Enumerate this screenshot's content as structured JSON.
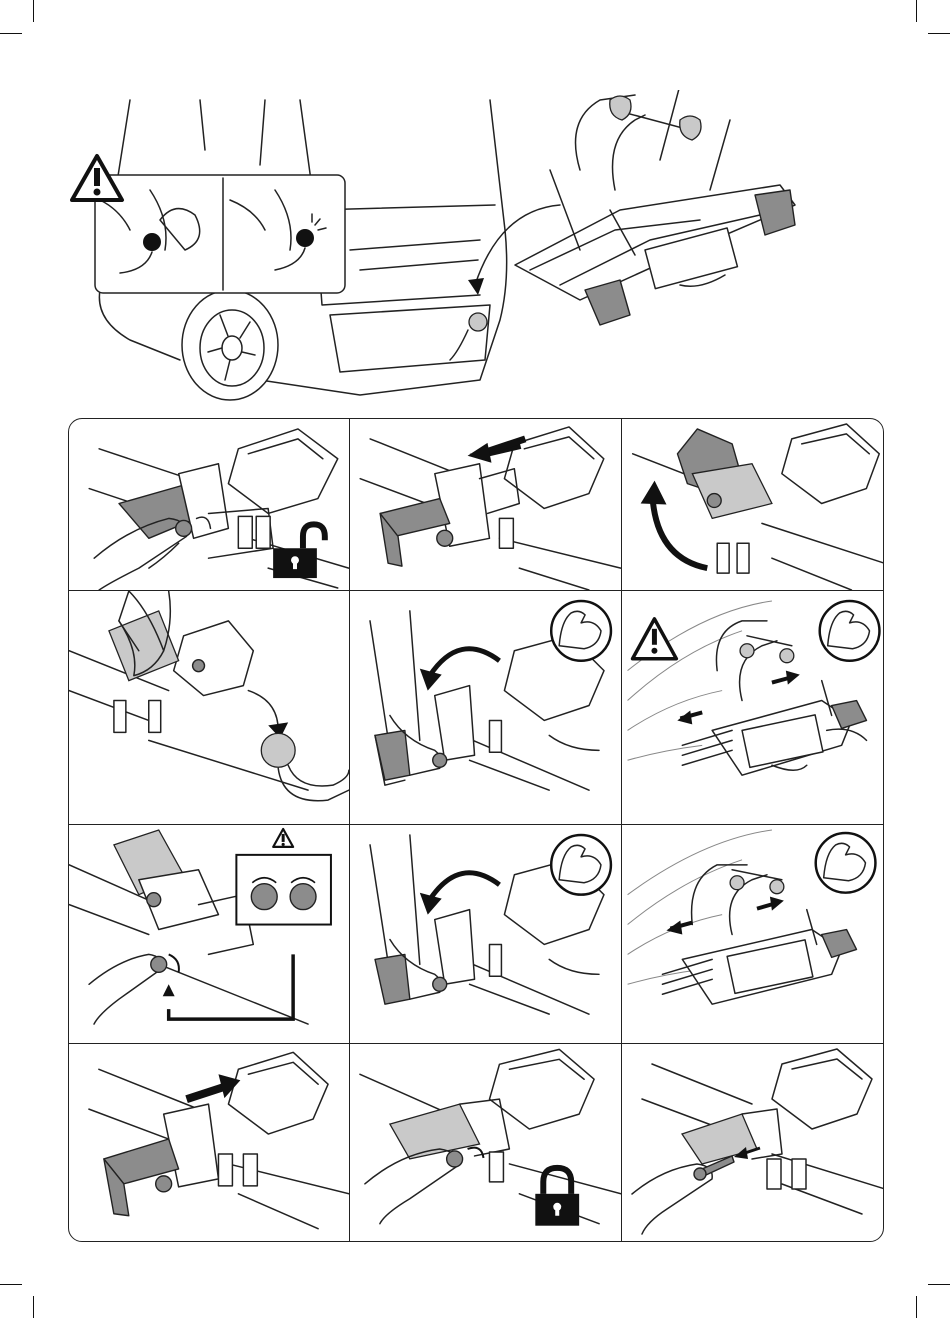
{
  "manual": {
    "hero": {
      "warning_symbol": "warning-triangle-icon",
      "inset_steps": [
        "clean-tow-ball",
        "inspect-tow-ball"
      ]
    },
    "steps": [
      {
        "id": "unlock-key",
        "icons": [
          "unlock-padlock-icon"
        ]
      },
      {
        "id": "pull-out-slider",
        "icons": [
          "arrow-left-icon"
        ]
      },
      {
        "id": "raise-lever",
        "icons": [
          "curved-arrow-icon"
        ]
      },
      {
        "id": "place-on-tow-ball",
        "icons": [
          "tow-ball-icon"
        ]
      },
      {
        "id": "press-lever-down",
        "icons": [
          "strong-arm-icon"
        ]
      },
      {
        "id": "check-fit",
        "icons": [
          "warning-triangle-icon",
          "strong-arm-icon"
        ]
      },
      {
        "id": "adjust-tension",
        "icons": [
          "warning-triangle-icon",
          "tension-knob-icon"
        ]
      },
      {
        "id": "press-lever-again",
        "icons": [
          "strong-arm-icon"
        ]
      },
      {
        "id": "check-fit-again",
        "icons": [
          "strong-arm-icon"
        ]
      },
      {
        "id": "push-in-slider",
        "icons": [
          "arrow-right-icon"
        ]
      },
      {
        "id": "lock-key",
        "icons": [
          "locked-padlock-icon"
        ]
      },
      {
        "id": "remove-key",
        "icons": [
          "key-icon"
        ]
      }
    ],
    "colors": {
      "line": "#222222",
      "grey": "#8c8c8c",
      "light_grey": "#c9c9c9"
    }
  }
}
